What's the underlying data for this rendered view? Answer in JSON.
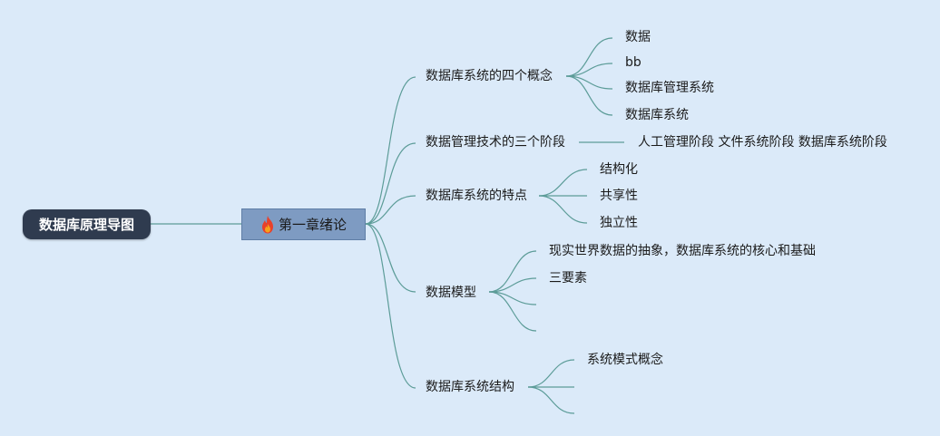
{
  "root": {
    "label": "数据库原理导图"
  },
  "chapter": {
    "label": "第一章绪论",
    "icon": "fire-icon"
  },
  "branches": [
    {
      "label": "数据库系统的四个概念",
      "children": [
        "数据",
        "bb",
        "数据库管理系统",
        "数据库系统"
      ]
    },
    {
      "label": "数据管理技术的三个阶段",
      "children": [
        "人工管理阶段 文件系统阶段 数据库系统阶段"
      ]
    },
    {
      "label": "数据库系统的特点",
      "children": [
        "结构化",
        "共享性",
        "独立性"
      ]
    },
    {
      "label": "数据模型",
      "children": [
        "现实世界数据的抽象，数据库系统的核心和基础",
        "三要素",
        "",
        ""
      ]
    },
    {
      "label": "数据库系统结构",
      "children": [
        "系统模式概念",
        "",
        ""
      ]
    }
  ],
  "colors": {
    "background": "#dbeaf9",
    "line": "#5c9c98",
    "root": "#2f3b4f",
    "chapter": "#7e9bc2"
  }
}
